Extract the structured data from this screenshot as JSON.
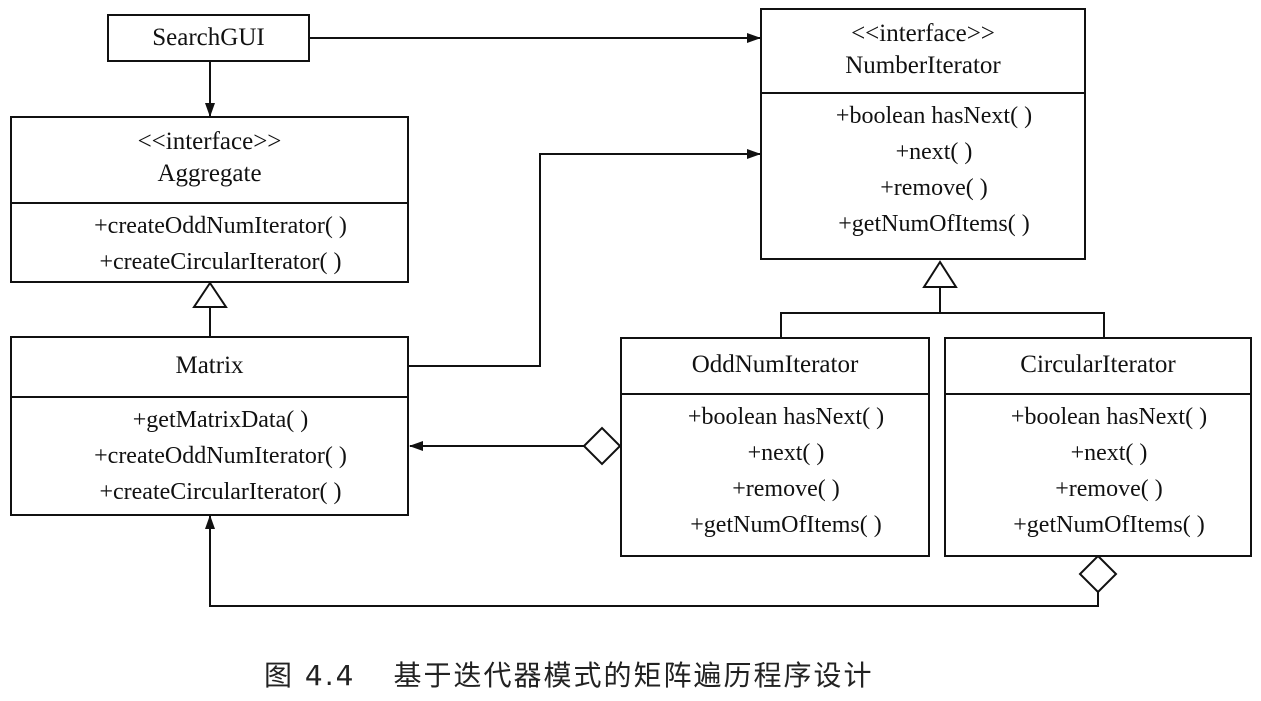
{
  "diagram": {
    "search_gui": {
      "name": "SearchGUI"
    },
    "aggregate": {
      "stereotype": "<<interface>>",
      "name": "Aggregate",
      "ops": [
        "+createOddNumIterator( )",
        "+createCircularIterator( )"
      ]
    },
    "matrix": {
      "name": "Matrix",
      "ops": [
        "+getMatrixData( )",
        "+createOddNumIterator( )",
        "+createCircularIterator( )"
      ]
    },
    "number_iterator": {
      "stereotype": "<<interface>>",
      "name": "NumberIterator",
      "ops": [
        "+boolean hasNext( )",
        "+next( )",
        "+remove( )",
        "+getNumOfItems( )"
      ]
    },
    "odd_num_iterator": {
      "name": "OddNumIterator",
      "ops": [
        "+boolean hasNext( )",
        "+next( )",
        "+remove( )",
        "+getNumOfItems( )"
      ]
    },
    "circular_iterator": {
      "name": "CircularIterator",
      "ops": [
        "+boolean hasNext( )",
        "+next( )",
        "+remove( )",
        "+getNumOfItems( )"
      ]
    }
  },
  "caption": {
    "number": "图 4.4",
    "text": "基于迭代器模式的矩阵遍历程序设计"
  }
}
